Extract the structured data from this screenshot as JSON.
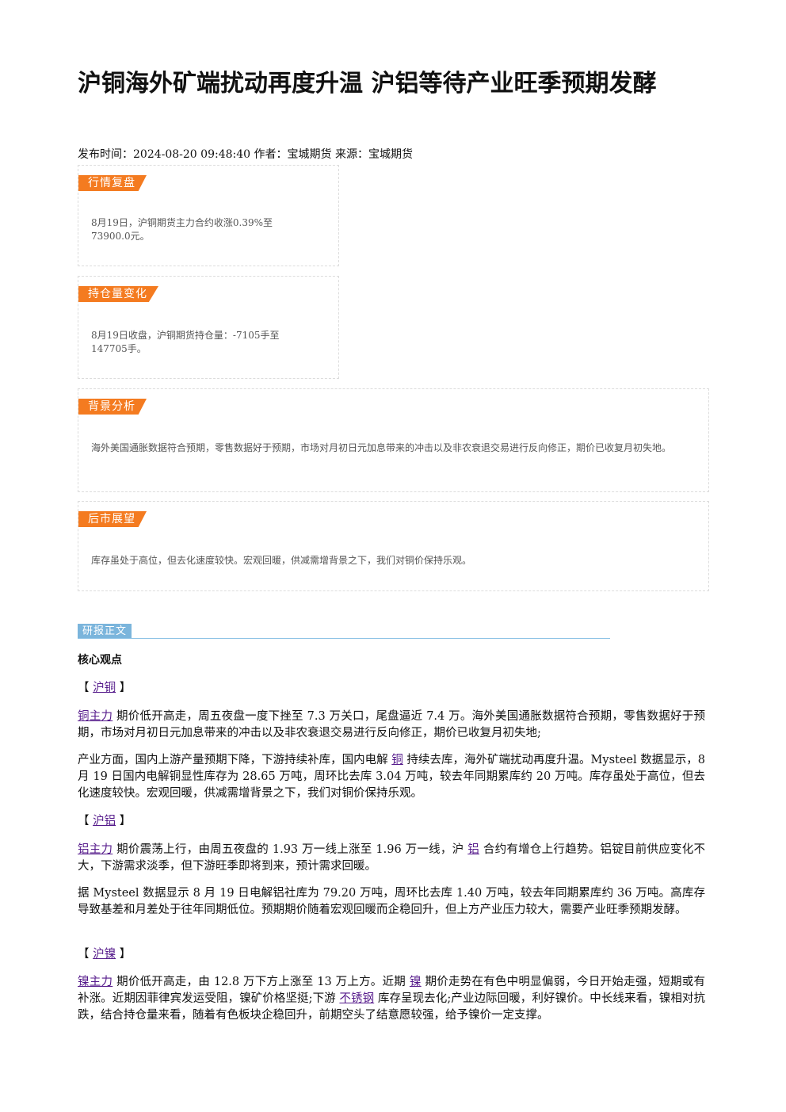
{
  "title": "沪铜海外矿端扰动再度升温 沪铝等待产业旺季预期发酵",
  "meta": "发布时间：2024-08-20 09:48:40 作者：宝城期货 来源：宝城期货",
  "boxes": [
    {
      "tag": "行情复盘",
      "text": "8月19日，沪铜期货主力合约收涨0.39%至73900.0元。"
    },
    {
      "tag": "持仓量变化",
      "text": "8月19日收盘，沪铜期货持仓量：-7105手至147705手。"
    },
    {
      "tag": "背景分析",
      "text": "海外美国通胀数据符合预期，零售数据好于预期，市场对月初日元加息带来的冲击以及非农衰退交易进行反向修正，期价已收复月初失地。"
    },
    {
      "tag": "后市展望",
      "text": "库存虽处于高位，但去化速度较快。宏观回暖，供减需增背景之下，我们对铜价保持乐观。"
    }
  ],
  "section_tag": "研报正文",
  "core_title": "核心观点",
  "copper": {
    "bracket_open": "【 ",
    "bracket_close": " 】",
    "heading": "沪铜",
    "p1_link": "铜主力",
    "p1_text": " 期价低开高走，周五夜盘一度下挫至 7.3 万关口，尾盘逼近 7.4 万。海外美国通胀数据符合预期，零售数据好于预期，市场对月初日元加息带来的冲击以及非农衰退交易进行反向修正，期价已收复月初失地;",
    "p2_a": "产业方面，国内上游产量预期下降，下游持续补库，国内电解 ",
    "p2_link": "铜",
    "p2_b": " 持续去库，海外矿端扰动再度升温。Mysteel 数据显示，8 月 19 日国内电解铜显性库存为 28.65 万吨，周环比去库 3.04 万吨，较去年同期累库约 20 万吨。库存虽处于高位，但去化速度较快。宏观回暖，供减需增背景之下，我们对铜价保持乐观。"
  },
  "aluminum": {
    "heading": "沪铝",
    "p1_link": "铝主力",
    "p1_a": " 期价震荡上行，由周五夜盘的 1.93 万一线上涨至 1.96 万一线，沪 ",
    "p1_link2": "铝",
    "p1_b": " 合约有增仓上行趋势。铝锭目前供应变化不大，下游需求淡季，但下游旺季即将到来，预计需求回暖。",
    "p2": "据 Mysteel 数据显示 8 月 19 日电解铝社库为 79.20 万吨，周环比去库 1.40 万吨，较去年同期累库约 36 万吨。高库存导致基差和月差处于往年同期低位。预期期价随着宏观回暖而企稳回升，但上方产业压力较大，需要产业旺季预期发酵。"
  },
  "nickel": {
    "heading": "沪镍",
    "p1_link": "镍主力",
    "p1_a": " 期价低开高走，由 12.8 万下方上涨至 13 万上方。近期 ",
    "p1_link2": "镍",
    "p1_b": " 期价走势在有色中明显偏弱，今日开始走强，短期或有补涨。近期因菲律宾发运受阻，镍矿价格坚挺;下游 ",
    "p1_link3": "不锈钢",
    "p1_c": " 库存呈现去化;产业边际回暖，利好镍价。中长线来看，镍相对抗跌，结合持仓量来看，随着有色板块企稳回升，前期空头了结意愿较强，给予镍价一定支撑。"
  }
}
